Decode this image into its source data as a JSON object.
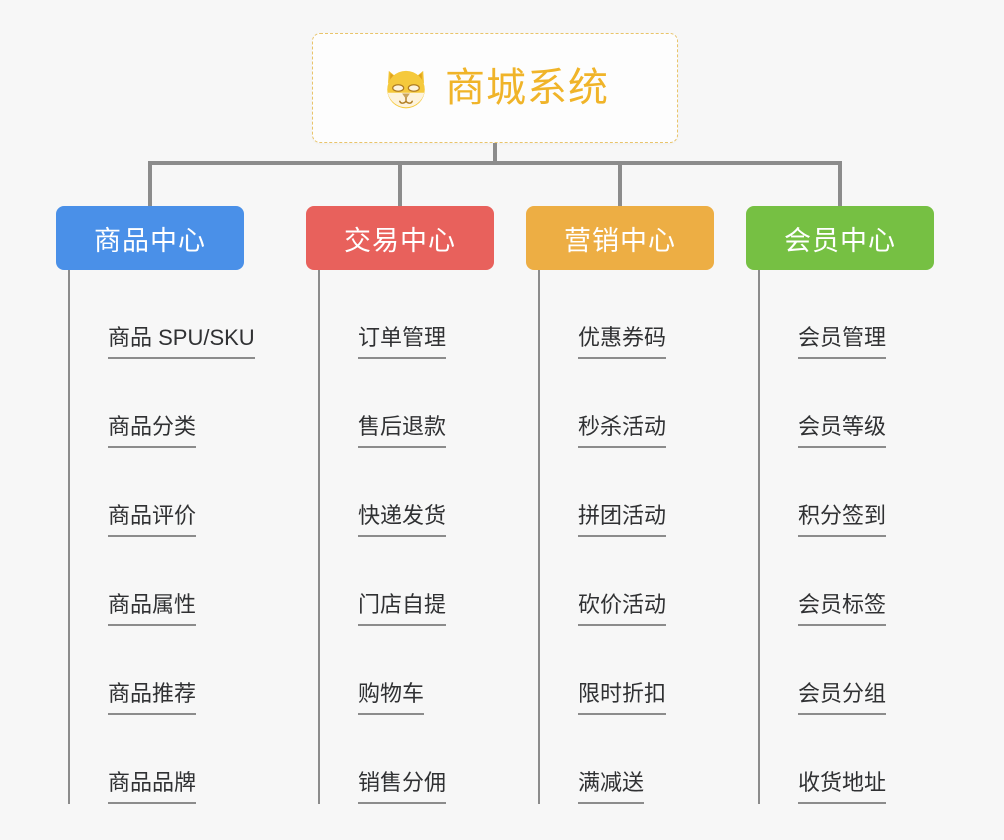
{
  "diagram": {
    "type": "org-chart",
    "background_color": "#f7f7f7",
    "root": {
      "title": "商城系统",
      "icon": "dog-face-icon",
      "text_color": "#f0b429",
      "border_color": "#e9c46a"
    },
    "connector_color": "#8c8c8c",
    "columns": [
      {
        "id": "product-center",
        "label": "商品中心",
        "color": "#4a90e8",
        "items": [
          "商品 SPU/SKU",
          "商品分类",
          "商品评价",
          "商品属性",
          "商品推荐",
          "商品品牌"
        ]
      },
      {
        "id": "trade-center",
        "label": "交易中心",
        "color": "#e8615c",
        "items": [
          "订单管理",
          "售后退款",
          "快递发货",
          "门店自提",
          "购物车",
          "销售分佣"
        ]
      },
      {
        "id": "marketing-center",
        "label": "营销中心",
        "color": "#edae44",
        "items": [
          "优惠券码",
          "秒杀活动",
          "拼团活动",
          "砍价活动",
          "限时折扣",
          "满减送"
        ]
      },
      {
        "id": "member-center",
        "label": "会员中心",
        "color": "#76c043",
        "items": [
          "会员管理",
          "会员等级",
          "积分签到",
          "会员标签",
          "会员分组",
          "收货地址"
        ]
      }
    ]
  }
}
